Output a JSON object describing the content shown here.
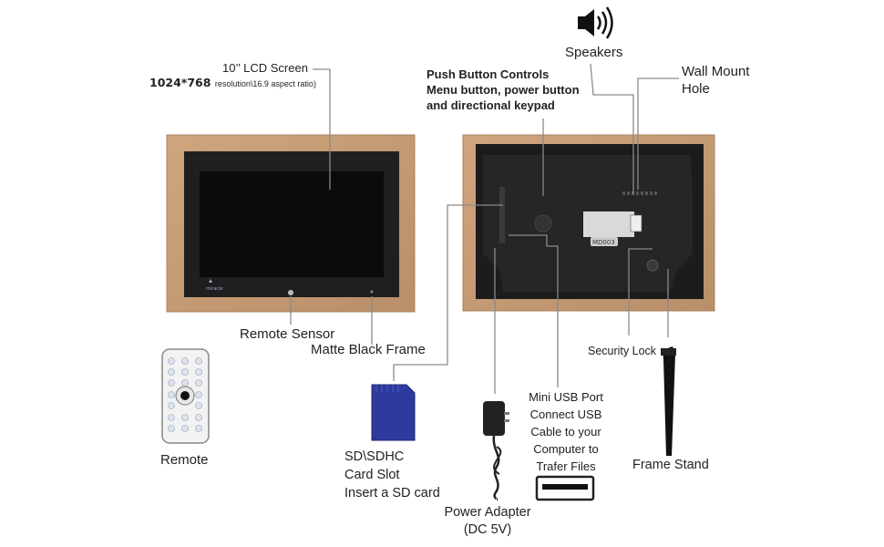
{
  "labels": {
    "lcd_title": "10’’ LCD Screen",
    "lcd_resolution_value": "1024*768",
    "lcd_resolution_note": "resolution\\16.9 aspect ratio)",
    "push_line1": "Push Button Controls",
    "push_line2": "Menu button, power button",
    "push_line3": "and directional keypad",
    "speakers": "Speakers",
    "wall_mount_line1": "Wall Mount",
    "wall_mount_line2": "Hole",
    "remote_sensor": "Remote Sensor",
    "matte_frame": "Matte Black Frame",
    "security_lock": "Security Lock",
    "mini_usb_lines": [
      "Mini USB Port",
      "Connect USB",
      "Cable to your",
      "Computer to",
      "Trafer Files"
    ],
    "frame_stand": "Frame Stand",
    "remote": "Remote",
    "sd_lines": [
      "SD\\SDHC",
      "Card Slot",
      "Insert a SD card"
    ],
    "power_line1": "Power Adapter",
    "power_line2": "(DC 5V)"
  },
  "device": {
    "front_logo": "miracle",
    "back_model": "MD003"
  },
  "icons": [
    "speaker-icon",
    "remote-control",
    "sd-card-icon",
    "power-adapter-icon",
    "usb-port-icon",
    "frame-stand-icon"
  ],
  "colors": {
    "wood": "#c9a07a",
    "wood_dark": "#b48c68",
    "frame_black": "#1e1e1e",
    "screen": "#0d0d0d",
    "leader_line": "#8a8a8a",
    "sd_card": "#2f3a9e"
  }
}
